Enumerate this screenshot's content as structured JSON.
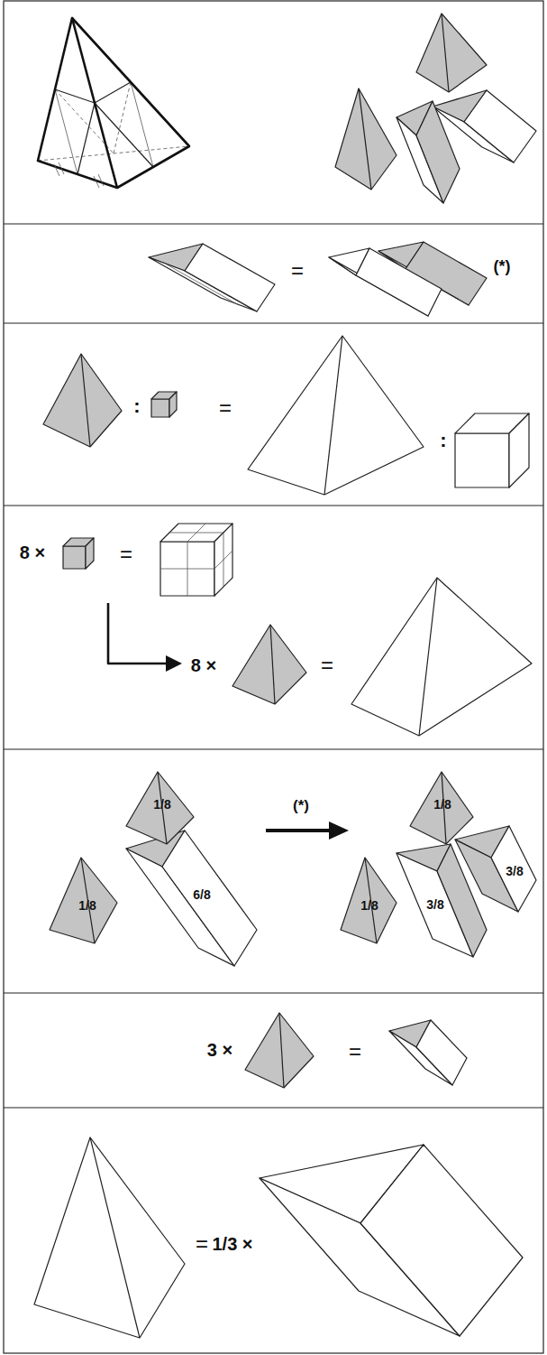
{
  "diagram": {
    "labels": [
      "=",
      "(*)",
      ":",
      "=",
      ":",
      "8 ×",
      "=",
      "8 ×",
      "=",
      "1/8",
      "1/8",
      "6/8",
      "(*)",
      "1/8",
      "1/8",
      "3/8",
      "3/8",
      "3 ×",
      "=",
      "=",
      "1/3 ×"
    ]
  }
}
